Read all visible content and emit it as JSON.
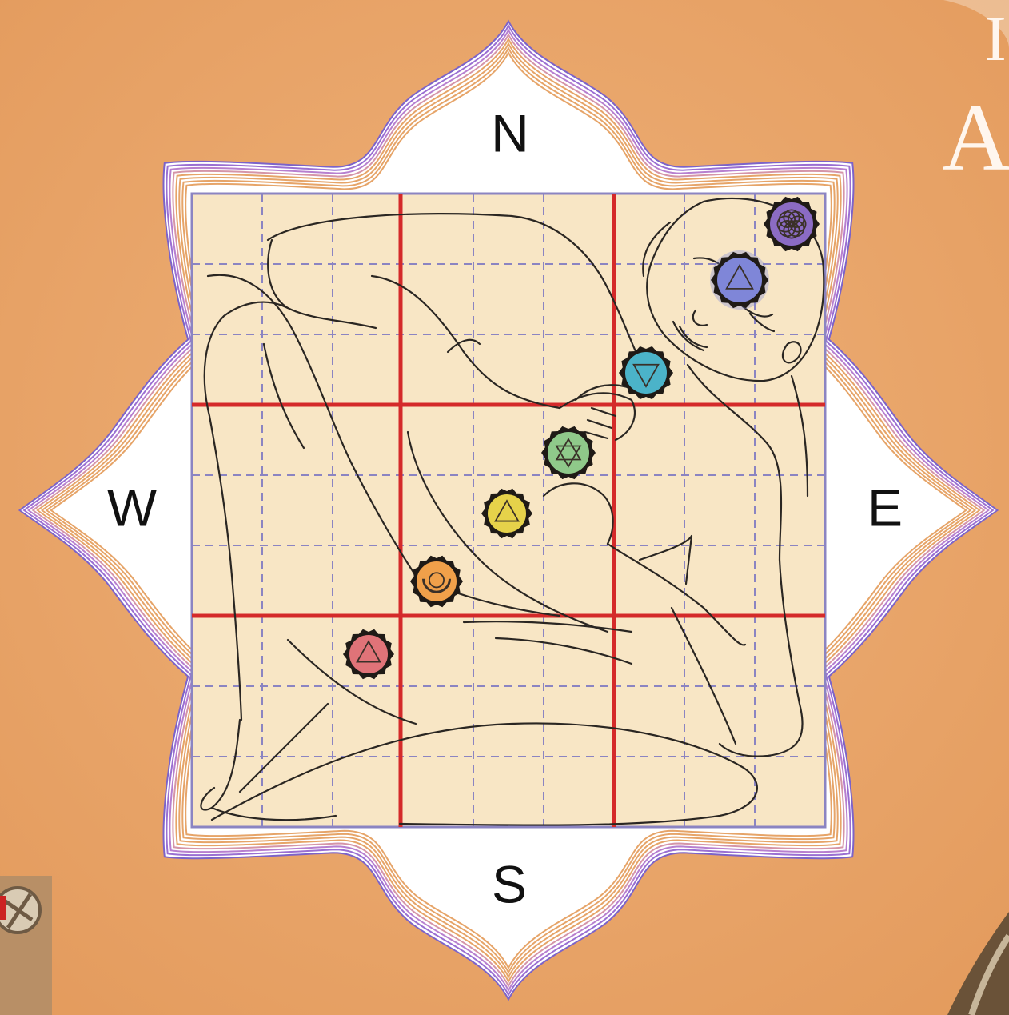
{
  "compass": {
    "north": "N",
    "south": "S",
    "east": "E",
    "west": "W"
  },
  "corner_text": {
    "top_right_line1": "I",
    "top_right_line2": "A"
  },
  "colors": {
    "background": "#e9a66b",
    "grid_fill": "#f8e6c5",
    "major_grid": "#d42a2a",
    "minor_grid": "#8b84c2",
    "petal_fill": "#ffffff",
    "petal_rings": [
      "#7c63c9",
      "#9a6fd2",
      "#b77fcf",
      "#d595a8",
      "#e6a468"
    ]
  },
  "chakras": [
    {
      "name": "crown",
      "color": "#8b6bc4",
      "icon": "lotus-icon"
    },
    {
      "name": "third-eye",
      "color": "#7f86d8",
      "icon": "triangle-icon"
    },
    {
      "name": "throat",
      "color": "#4bb3c9",
      "icon": "triangle-icon"
    },
    {
      "name": "heart",
      "color": "#8fc98a",
      "icon": "star-icon"
    },
    {
      "name": "solar-plexus",
      "color": "#e6d24a",
      "icon": "triangle-icon"
    },
    {
      "name": "sacral",
      "color": "#f0a04a",
      "icon": "crescent-icon"
    },
    {
      "name": "root",
      "color": "#e07378",
      "icon": "triangle-icon"
    }
  ]
}
